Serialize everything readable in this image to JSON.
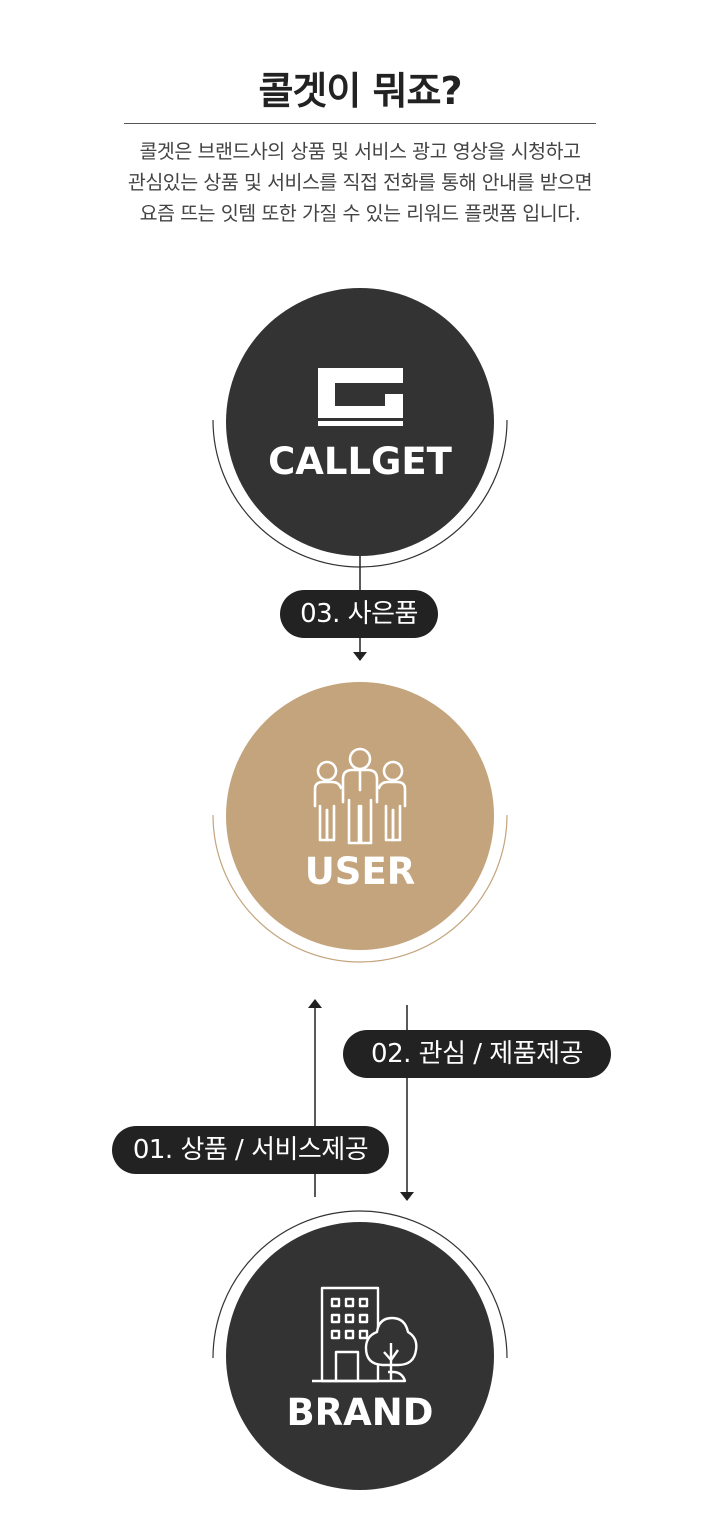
{
  "header": {
    "title": "콜겟이 뭐죠?",
    "description_lines": [
      "콜겟은 브랜드사의 상품 및 서비스 광고 영상을 시청하고",
      "관심있는 상품 및 서비스를 직접 전화를 통해 안내를 받으면",
      "요즘 뜨는 잇템 또한 가질 수 있는 리워드 플랫폼 입니다."
    ]
  },
  "nodes": {
    "callget": {
      "label": "CALLGET",
      "icon": "callget-logo-icon",
      "color": "#333333"
    },
    "user": {
      "label": "USER",
      "icon": "users-icon",
      "color": "#c4a47c"
    },
    "brand": {
      "label": "BRAND",
      "icon": "building-tree-icon",
      "color": "#333333"
    }
  },
  "flows": {
    "step1": "01. 상품 / 서비스제공",
    "step2": "02. 관심 / 제품제공",
    "step3": "03. 사은품"
  },
  "colors": {
    "dark": "#333333",
    "accent": "#c4a47c",
    "pill": "#222222"
  }
}
